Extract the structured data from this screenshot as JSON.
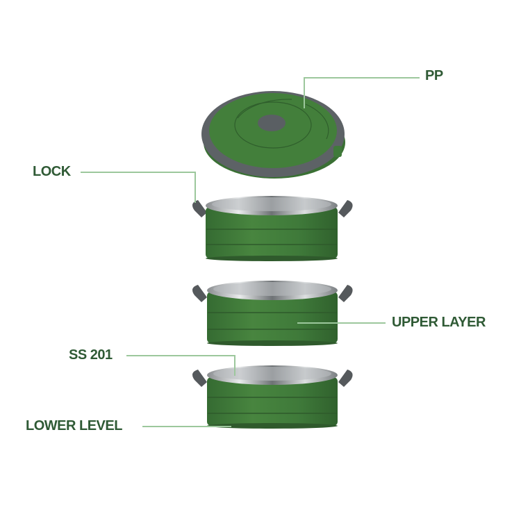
{
  "product": {
    "name": "3-tier stainless steel lunch box / tiffin",
    "body_color": "#3f7a3a",
    "trim_color": "#5d6266",
    "label_color": "#2f5a35",
    "leader_line_color": "#9cc79c"
  },
  "callouts": [
    {
      "id": "pp",
      "label": "PP",
      "points_to": "lid"
    },
    {
      "id": "lock",
      "label": "LOCK",
      "points_to": "upper container handle"
    },
    {
      "id": "upper-layer",
      "label": "UPPER LAYER",
      "points_to": "middle container"
    },
    {
      "id": "ss201",
      "label": "SS 201",
      "points_to": "lower container stainless interior"
    },
    {
      "id": "lower-level",
      "label": "LOWER LEVEL",
      "points_to": "bottom container"
    }
  ]
}
